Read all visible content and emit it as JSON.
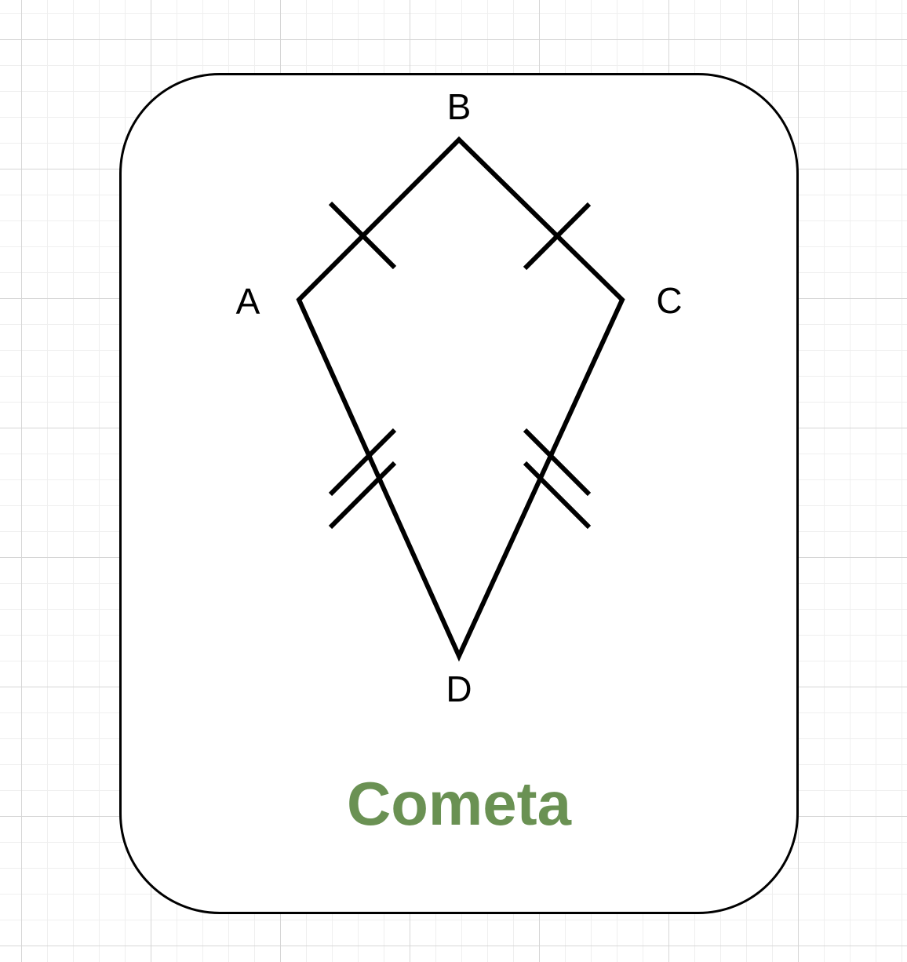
{
  "diagram": {
    "title": "Cometa",
    "title_color": "#6a9153",
    "vertices": {
      "a": "A",
      "b": "B",
      "c": "C",
      "d": "D"
    },
    "stroke_color": "#000000",
    "tick_marks": {
      "ab": 1,
      "bc": 1,
      "ad": 2,
      "cd": 2
    }
  }
}
